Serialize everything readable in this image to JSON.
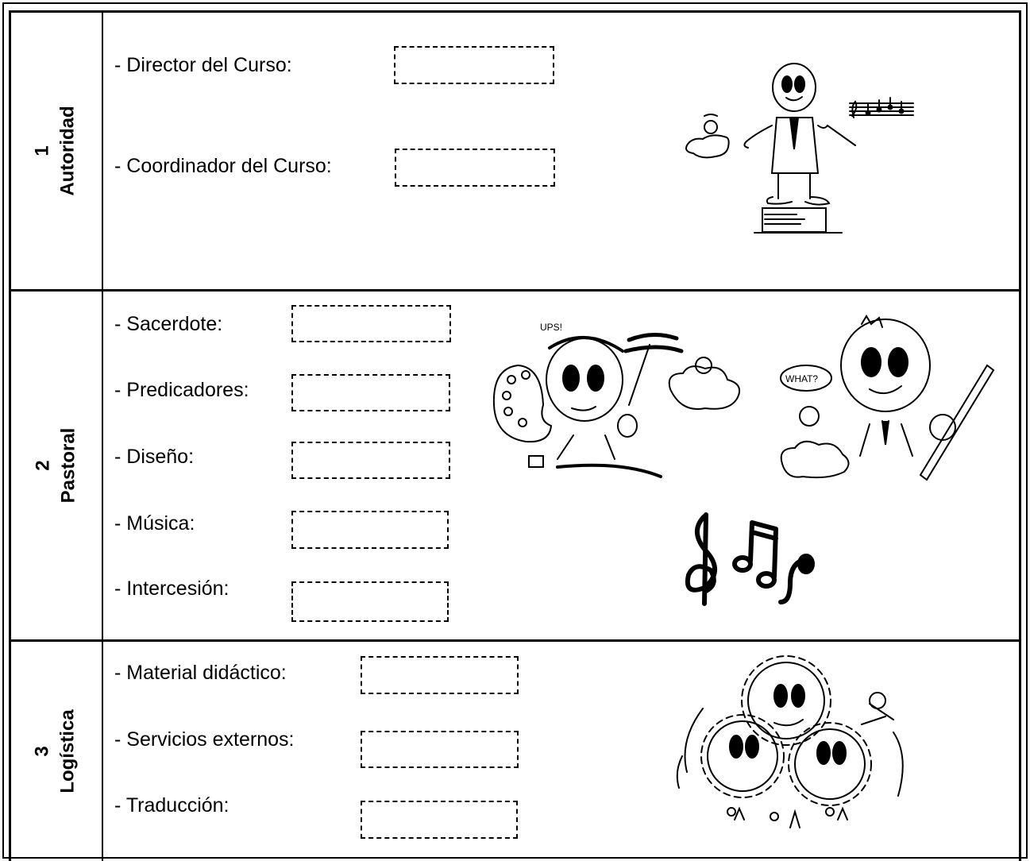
{
  "sections": [
    {
      "number": "1",
      "title": "Autoridad",
      "fields": [
        {
          "label": "- Director del Curso:",
          "value": ""
        },
        {
          "label": "- Coordinador del Curso:",
          "value": ""
        }
      ]
    },
    {
      "number": "2",
      "title": "Pastoral",
      "fields": [
        {
          "label": "- Sacerdote:",
          "value": ""
        },
        {
          "label": "- Predicadores:",
          "value": ""
        },
        {
          "label": "- Diseño:",
          "value": ""
        },
        {
          "label": "- Música:",
          "value": ""
        },
        {
          "label": "- Intercesión:",
          "value": ""
        }
      ]
    },
    {
      "number": "3",
      "title": "Logística",
      "fields": [
        {
          "label": "- Material didáctico:",
          "value": ""
        },
        {
          "label": "- Servicios externos:",
          "value": ""
        },
        {
          "label": "- Traducción:",
          "value": ""
        }
      ]
    }
  ],
  "illustrations": {
    "painter_speech": "UPS!",
    "student_speech": "WHAT?"
  }
}
